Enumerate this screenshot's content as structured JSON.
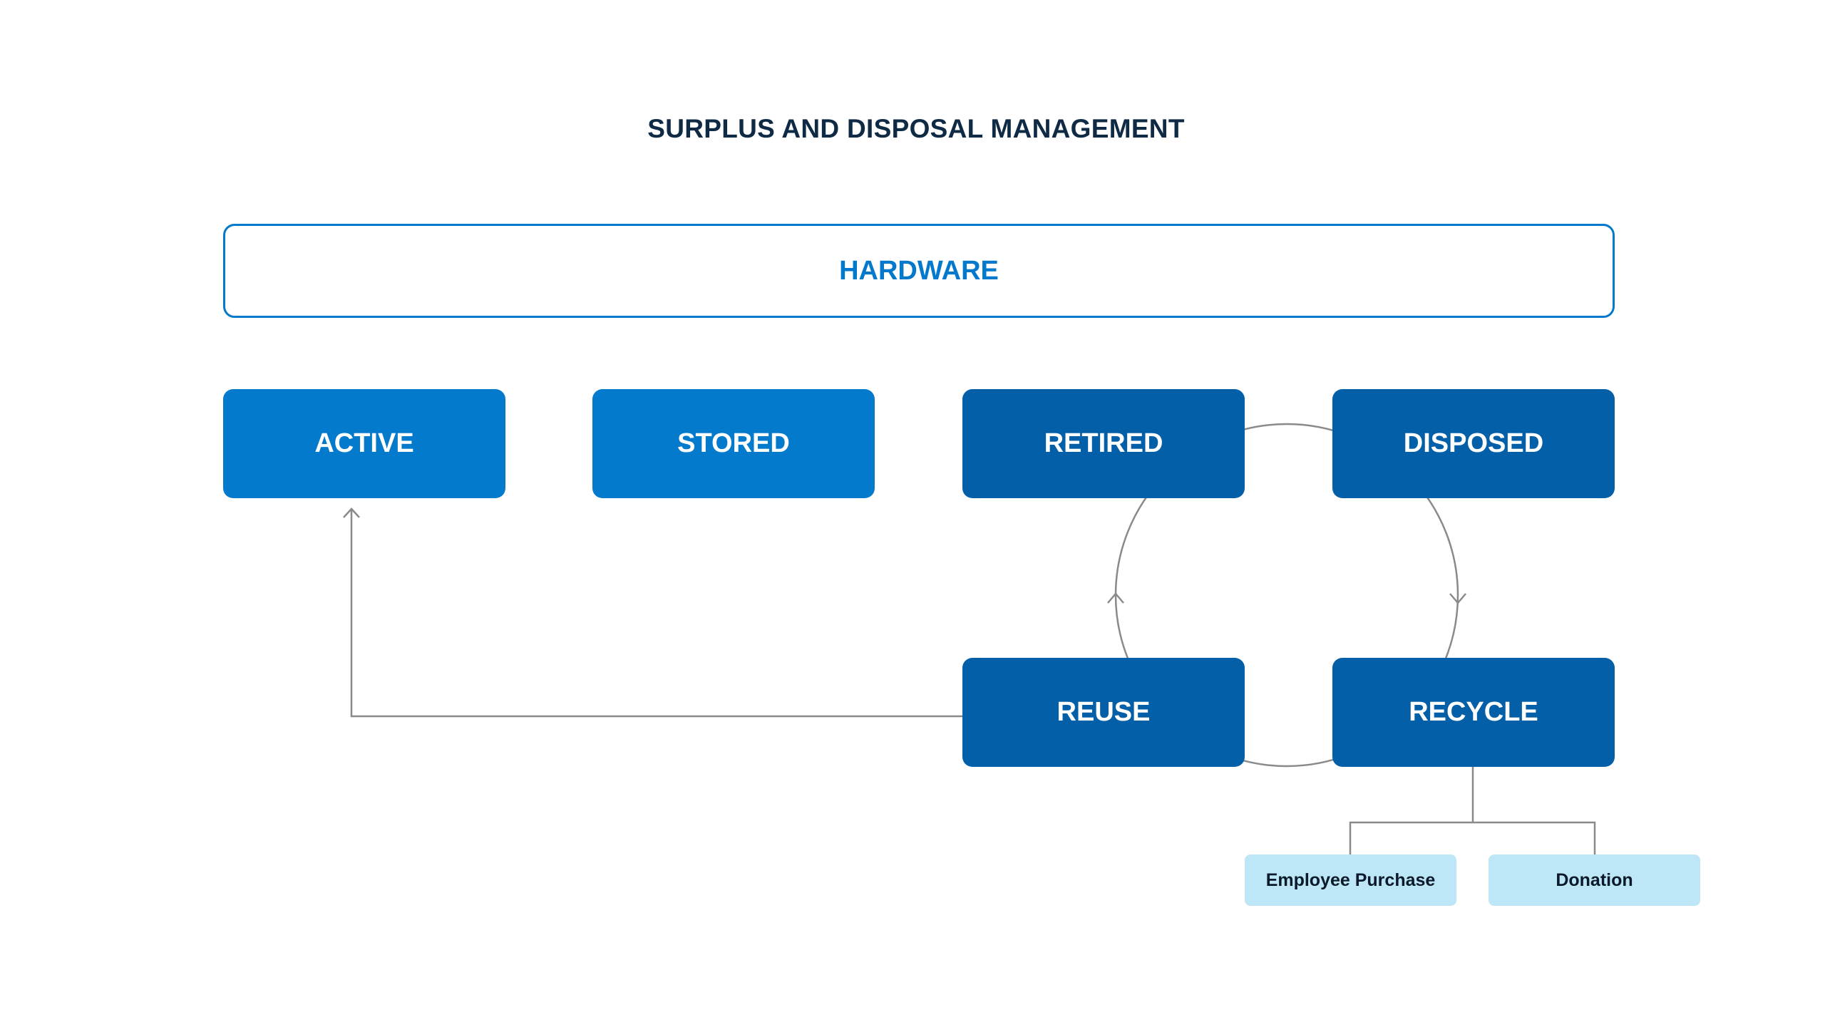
{
  "title": "SURPLUS AND DISPOSAL MANAGEMENT",
  "hardware": "HARDWARE",
  "states": {
    "active": "ACTIVE",
    "stored": "STORED",
    "retired": "RETIRED",
    "disposed": "DISPOSED",
    "reuse": "REUSE",
    "recycle": "RECYCLE"
  },
  "recycle_options": {
    "employee_purchase": "Employee Purchase",
    "donation": "Donation"
  },
  "colors": {
    "title": "#0f2a44",
    "accent": "#0479cc",
    "box_light": "#047acd",
    "box_dark": "#035fa7",
    "option_fill": "#bde6f6",
    "connector": "#8a8a8a"
  }
}
